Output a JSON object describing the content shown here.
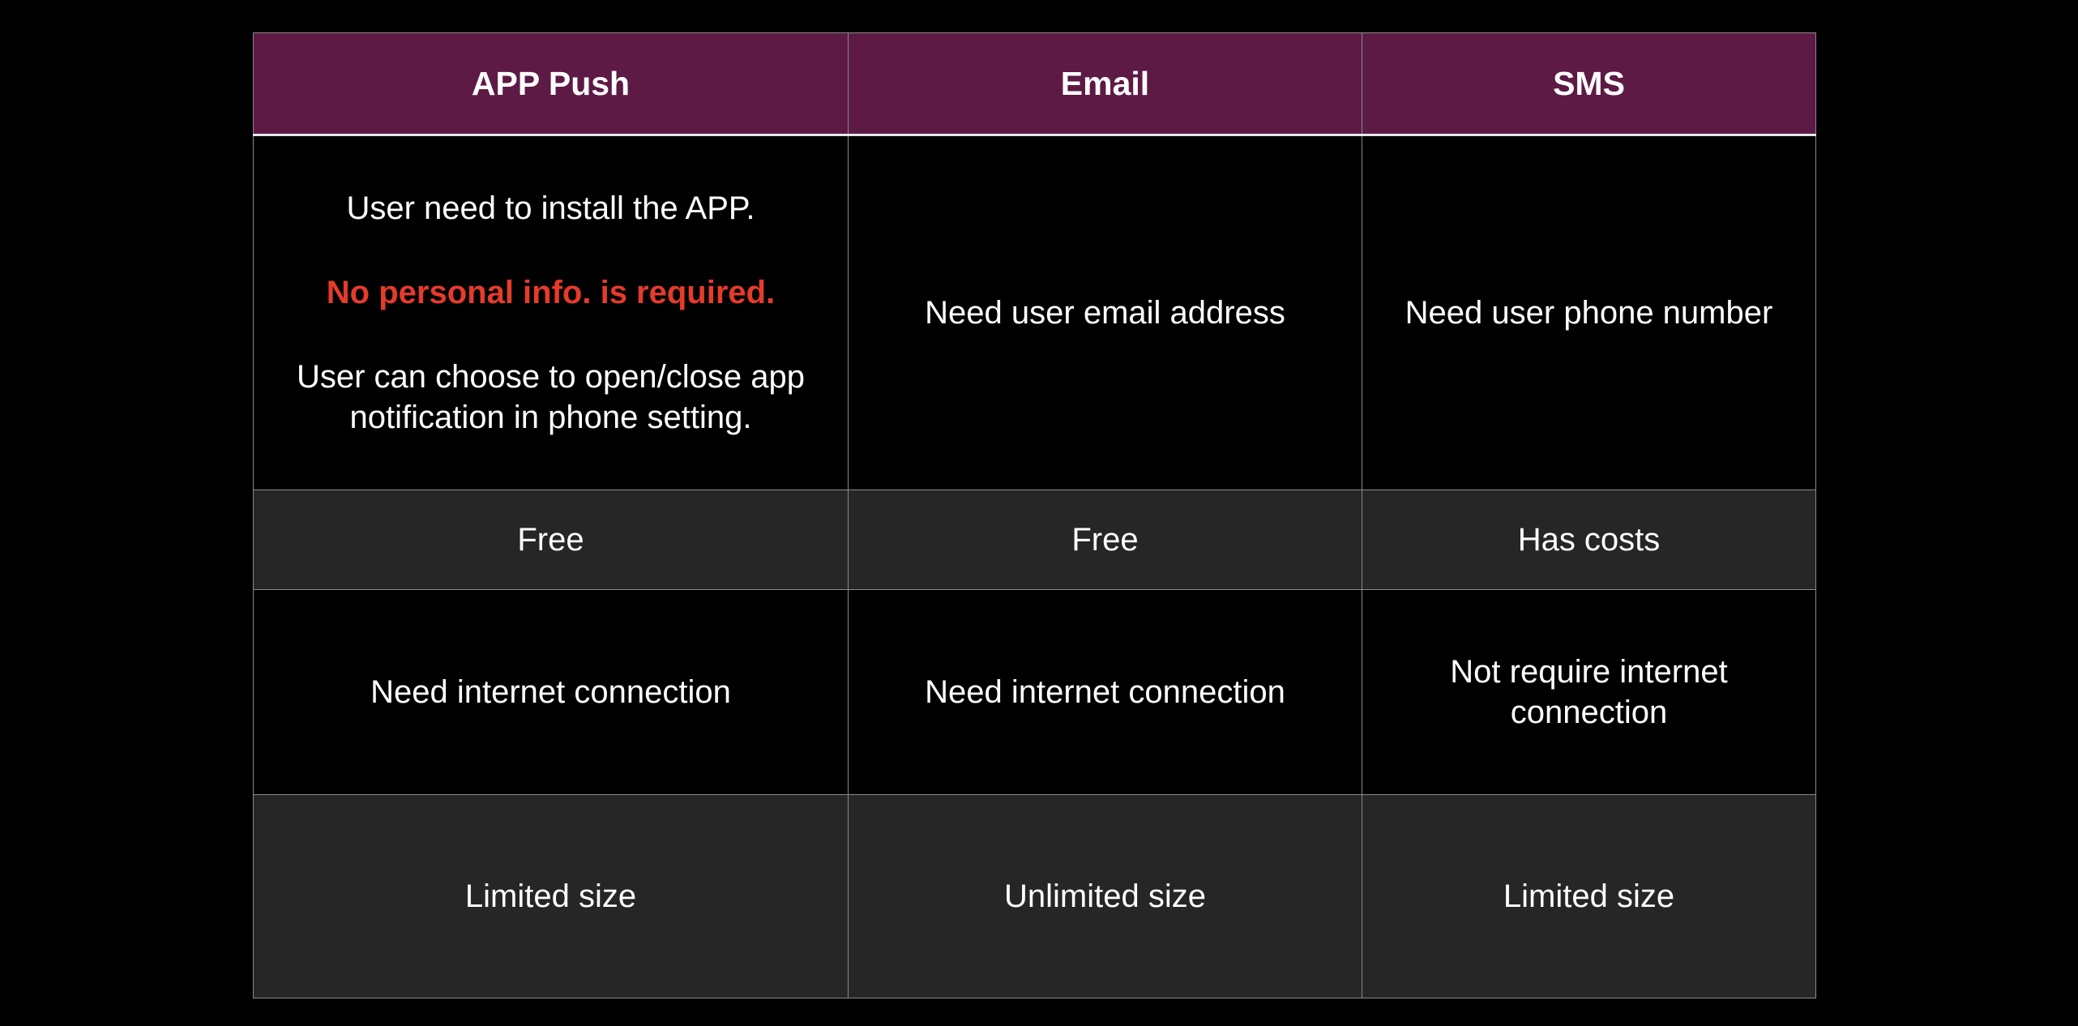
{
  "table": {
    "headers": [
      "APP Push",
      "Email",
      "SMS"
    ],
    "rows": [
      {
        "app_push": {
          "line1": "User need to install the APP.",
          "highlight": "No personal info. is required.",
          "line3": "User can choose to open/close app notification in phone setting."
        },
        "email": "Need user email address",
        "sms": "Need user phone number"
      },
      {
        "app_push": "Free",
        "email": "Free",
        "sms": "Has costs"
      },
      {
        "app_push": "Need internet connection",
        "email": "Need internet connection",
        "sms": "Not require internet connection"
      },
      {
        "app_push": "Limited size",
        "email": "Unlimited size",
        "sms": "Limited size"
      }
    ]
  },
  "colors": {
    "header_bg": "#5c1a45",
    "highlight_text": "#e53b2b",
    "row_alt_bg": "#262626",
    "page_bg": "#000000"
  }
}
